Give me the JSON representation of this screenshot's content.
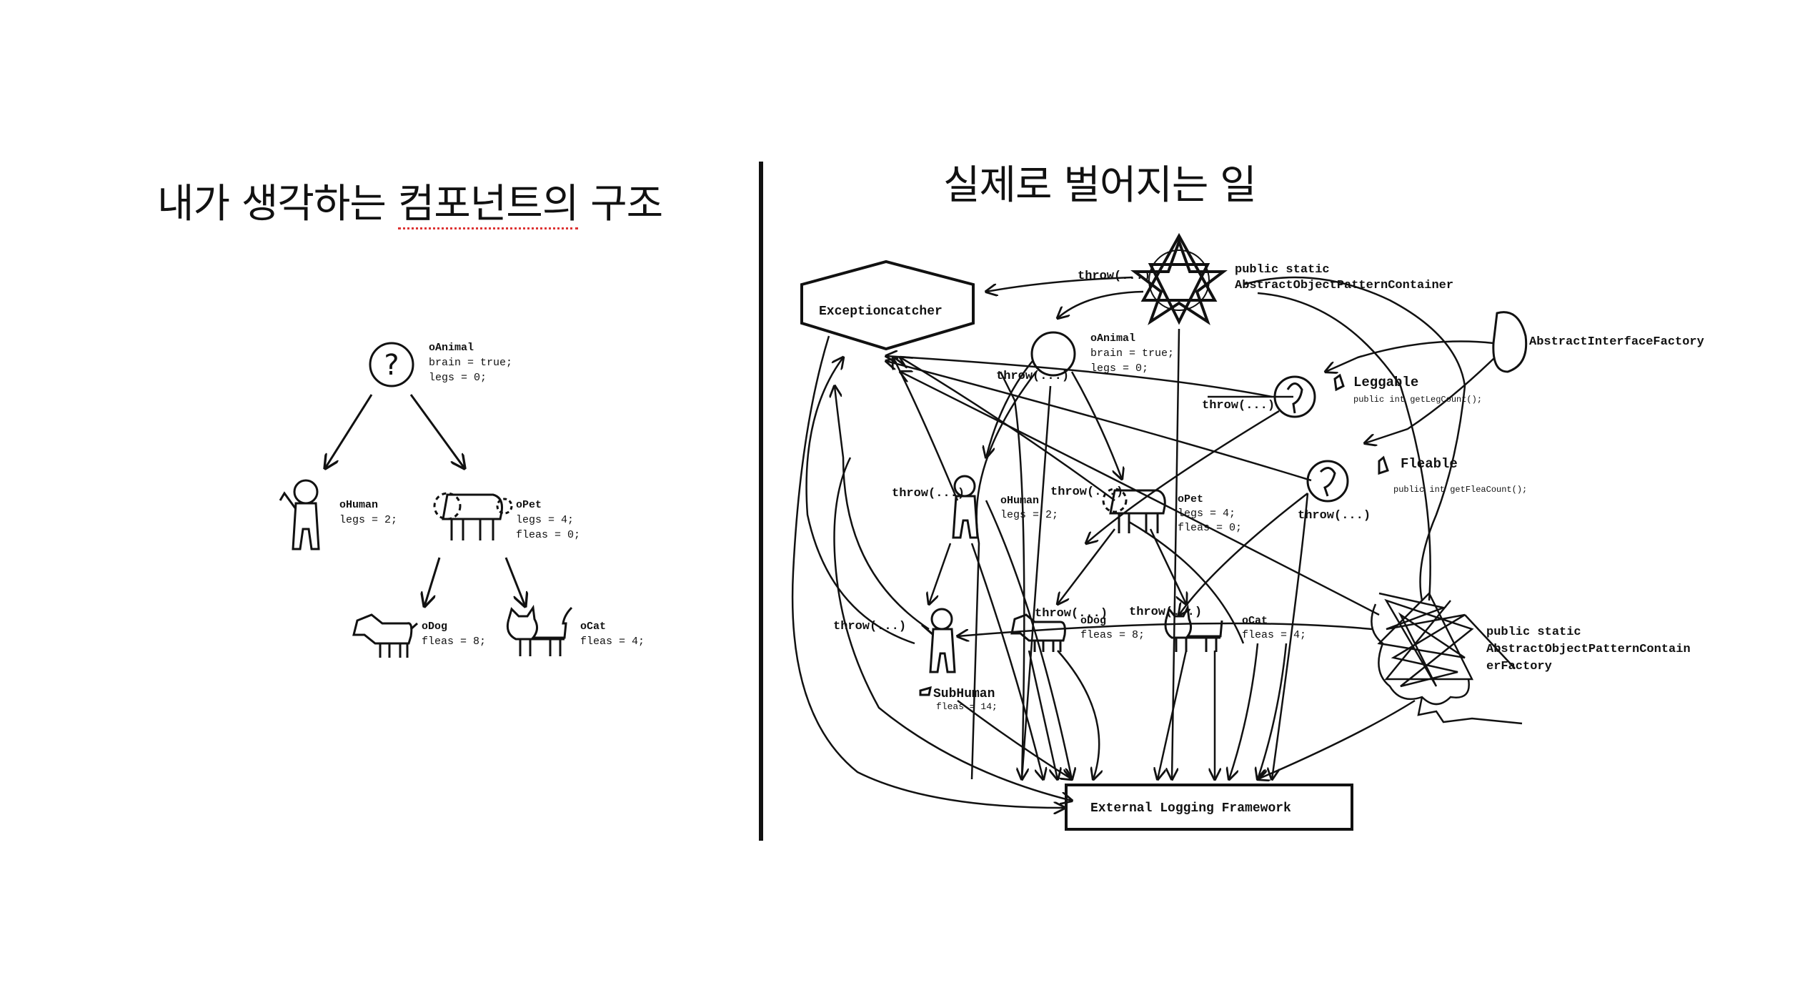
{
  "left_title": {
    "before": "내가 생각하는 ",
    "underlined": "컴포넌트의",
    "after": " 구조"
  },
  "right_title": "실제로 벌어지는 일",
  "left_diagram": {
    "animal": {
      "name": "oAnimal",
      "props": [
        "brain = true;",
        "legs = 0;"
      ],
      "symbol": "?"
    },
    "human": {
      "name": "oHuman",
      "props": [
        "legs = 2;"
      ]
    },
    "pet": {
      "name": "oPet",
      "props": [
        "legs = 4;",
        "fleas = 0;"
      ]
    },
    "dog": {
      "name": "oDog",
      "props": [
        "fleas = 8;"
      ]
    },
    "cat": {
      "name": "oCat",
      "props": [
        "fleas = 4;"
      ]
    }
  },
  "right_diagram": {
    "exception_catcher": "Exceptioncatcher",
    "container": {
      "line1": "public static",
      "line2": "AbstractObjectPatternContainer"
    },
    "interface_factory": "AbstractInterfaceFactory",
    "leggable": {
      "name": "Leggable",
      "method": "public int getLegCount();"
    },
    "fleable": {
      "name": "Fleable",
      "method": "public int getFleaCount();"
    },
    "container_factory": {
      "line1": "public static",
      "line2": "AbstractObjectPatternContain",
      "line3": "erFactory"
    },
    "animal": {
      "name": "oAnimal",
      "props": [
        "brain = true;",
        "legs = 0;"
      ]
    },
    "human": {
      "name": "oHuman",
      "props": [
        "legs = 2;"
      ]
    },
    "pet": {
      "name": "oPet",
      "props": [
        "legs = 4;",
        "fleas = 0;"
      ]
    },
    "dog": {
      "name": "oDog",
      "props": [
        "fleas = 8;"
      ]
    },
    "cat": {
      "name": "oCat",
      "props": [
        "fleas = 4;"
      ]
    },
    "subhuman": {
      "name": "SubHuman",
      "props": [
        "fleas = 14;"
      ]
    },
    "throw_label": "throw(...)",
    "logging": "External Logging Framework"
  }
}
